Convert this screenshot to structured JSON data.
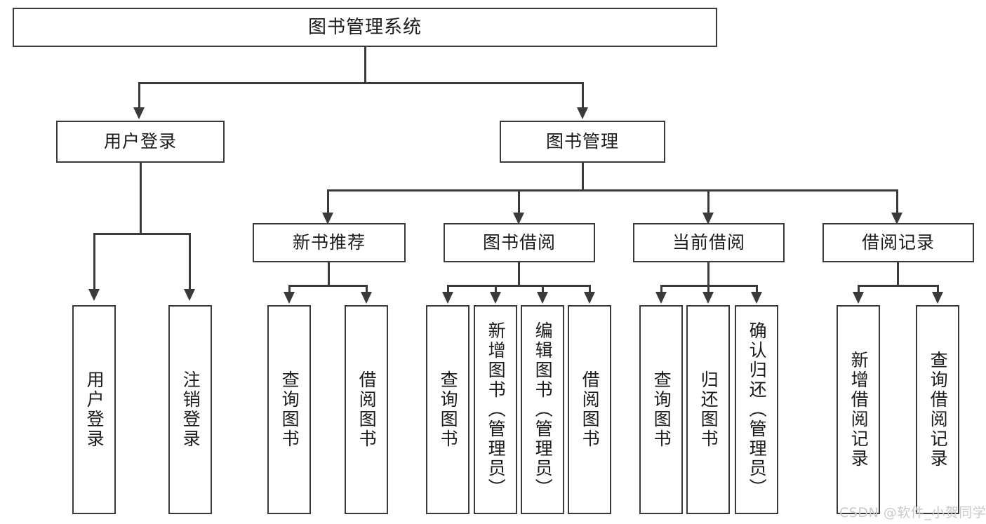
{
  "diagram": {
    "type": "tree",
    "title": "图书管理系统",
    "orientation": "top-down",
    "colors": {
      "background": "#ffffff",
      "stroke": "#3a3a3a",
      "box_fill": "#ffffff",
      "text": "#1b1b1b",
      "watermark": "#c9c9c9"
    }
  },
  "nodes": {
    "root": {
      "label": "图书管理系统",
      "level": 1
    },
    "l2": [
      {
        "label": "用户登录",
        "level": 2
      },
      {
        "label": "图书管理",
        "level": 2
      }
    ],
    "l3": [
      {
        "label": "新书推荐",
        "level": 3
      },
      {
        "label": "图书借阅",
        "level": 3
      },
      {
        "label": "当前借阅",
        "level": 3
      },
      {
        "label": "借阅记录",
        "level": 3
      }
    ],
    "leaves": {
      "user_login": [
        {
          "label": "用户登录"
        },
        {
          "label": "注销登录"
        }
      ],
      "new_book": [
        {
          "label": "查询图书"
        },
        {
          "label": "借阅图书"
        }
      ],
      "book_borrow": [
        {
          "label": "查询图书"
        },
        {
          "label": "新增图书（管理员）"
        },
        {
          "label": "编辑图书（管理员）"
        },
        {
          "label": "借阅图书"
        }
      ],
      "current_borrow": [
        {
          "label": "查询图书"
        },
        {
          "label": "归还图书"
        },
        {
          "label": "确认归还（管理员）"
        }
      ],
      "borrow_record": [
        {
          "label": "新增借阅记录"
        },
        {
          "label": "查询借阅记录"
        }
      ]
    }
  },
  "watermark": {
    "text": "CSDN @软件_小贺同学"
  }
}
